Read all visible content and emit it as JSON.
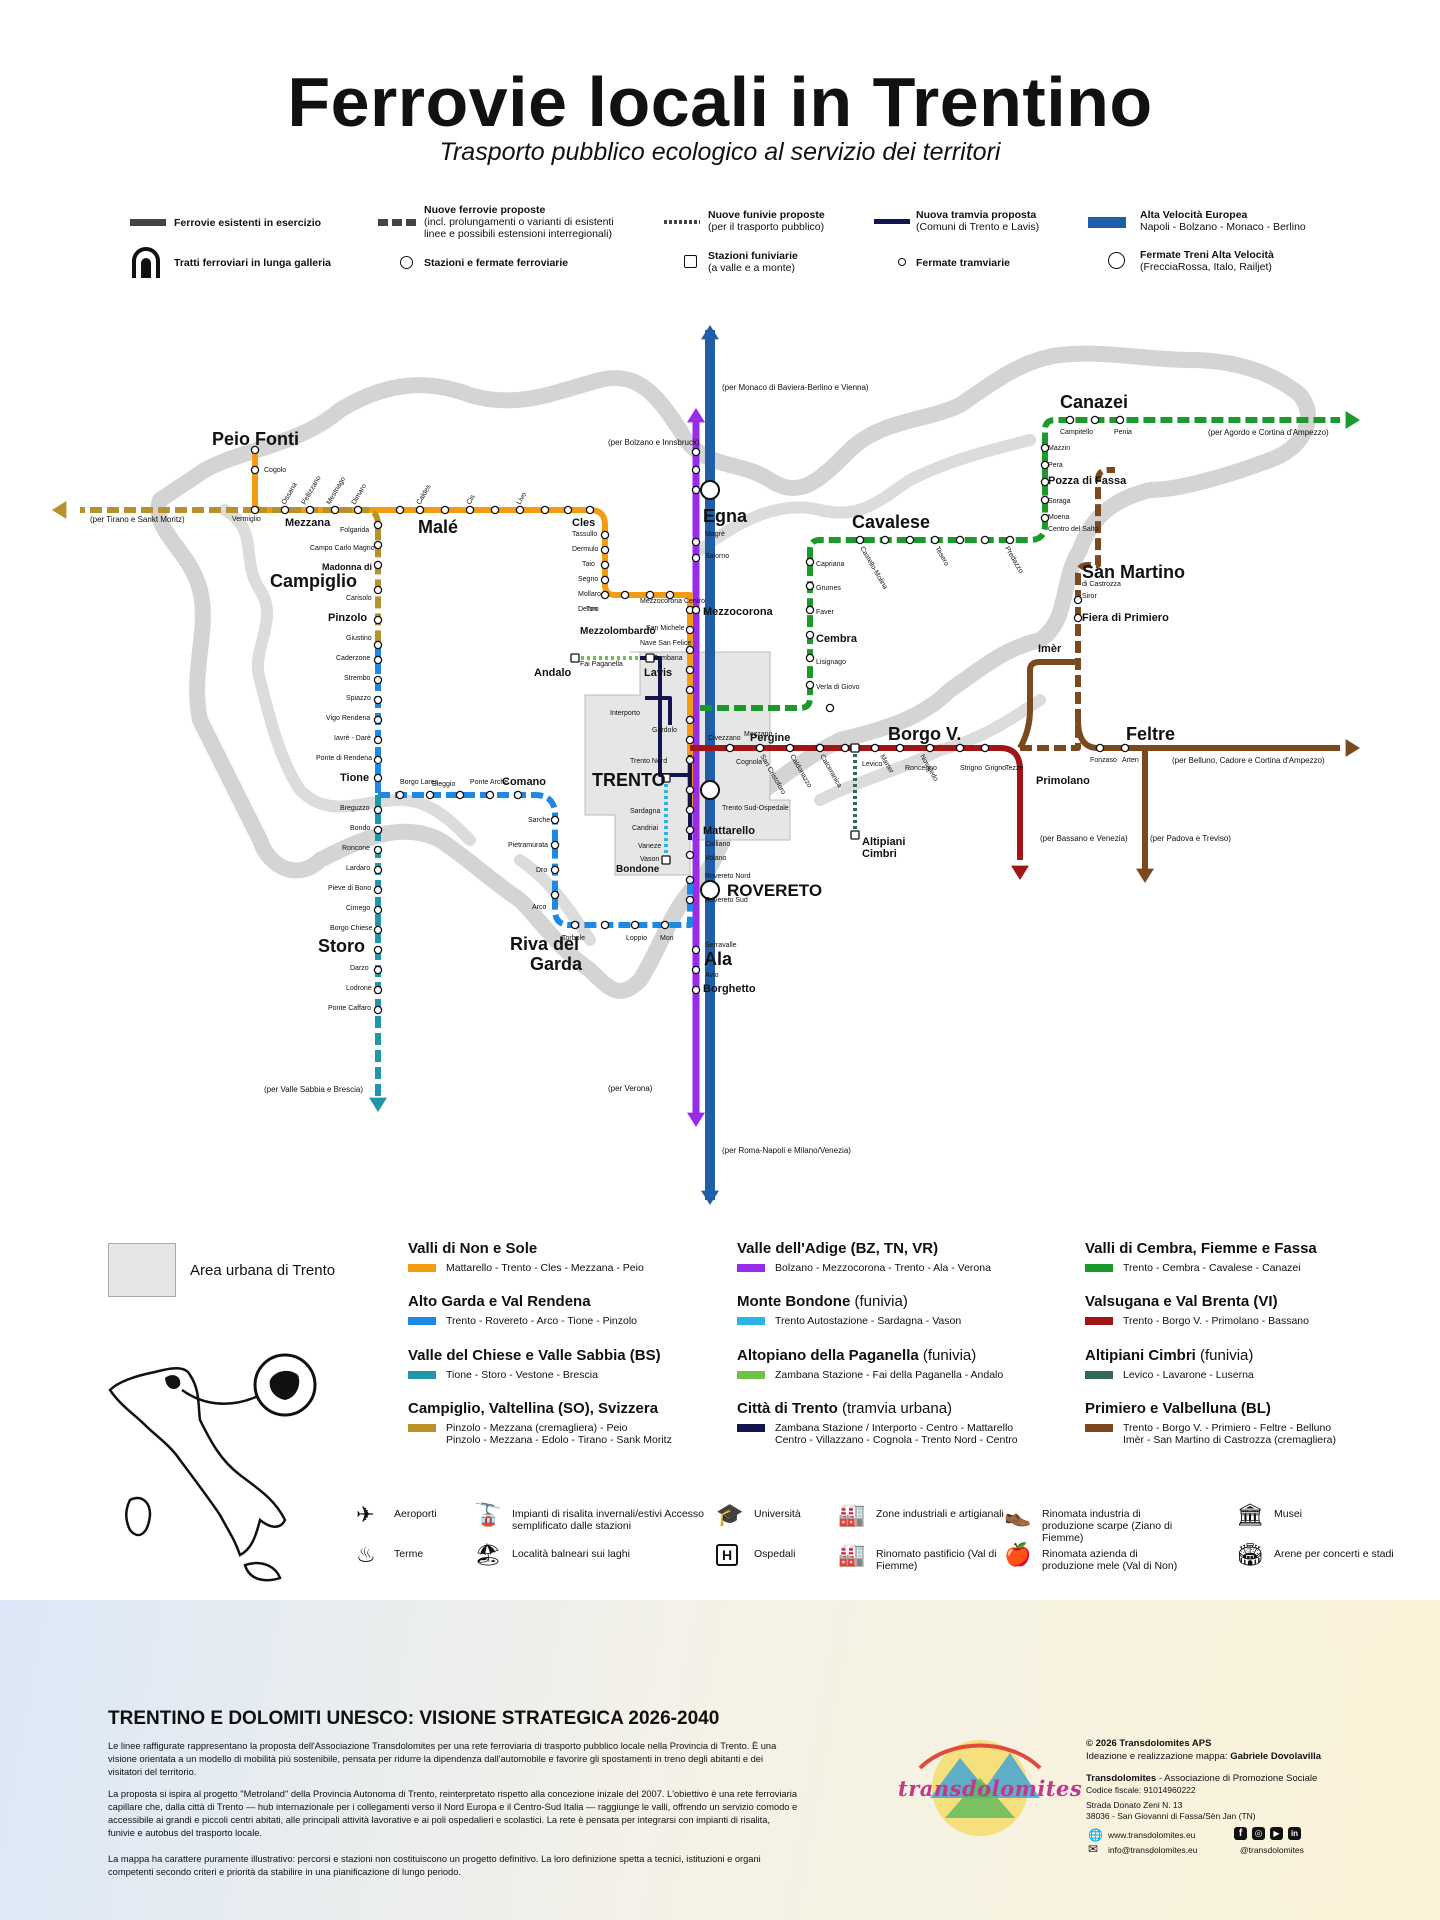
{
  "header": {
    "title": "Ferrovie locali in Trentino",
    "subtitle": "Trasporto pubblico ecologico al servizio dei territori"
  },
  "legend": {
    "existing": "Ferrovie esistenti in esercizio",
    "proposed_title": "Nuove ferrovie proposte",
    "proposed_sub": "(incl. prolungamenti o varianti di esistenti linee e possibili estensioni interregionali)",
    "funivie_title": "Nuove funivie proposte",
    "funivie_sub": "(per il trasporto pubblico)",
    "tram_title": "Nuova tramvia proposta",
    "tram_sub": "(Comuni di Trento e Lavis)",
    "av_title": "Alta Velocità Europea",
    "av_sub": "Napoli - Bolzano - Monaco - Berlino",
    "tunnel": "Tratti ferroviari in lunga galleria",
    "stations": "Stazioni e fermate ferroviarie",
    "funi_st_title": "Stazioni funiviarie",
    "funi_st_sub": "(a valle e a monte)",
    "tram_stops": "Fermate tramviarie",
    "av_stops_title": "Fermate Treni Alta Velocità",
    "av_stops_sub": "(FrecciaRossa, Italo, Railjet)"
  },
  "map": {
    "towns_big": [
      {
        "id": "peio",
        "label": "Peio Fonti"
      },
      {
        "id": "male",
        "label": "Malé"
      },
      {
        "id": "campiglio",
        "label": "Campiglio"
      },
      {
        "id": "egna",
        "label": "Egna"
      },
      {
        "id": "cavalese",
        "label": "Cavalese"
      },
      {
        "id": "canazei",
        "label": "Canazei"
      },
      {
        "id": "sanmartino",
        "label": "San Martino"
      },
      {
        "id": "trento",
        "label": "TRENTO"
      },
      {
        "id": "borgo",
        "label": "Borgo V."
      },
      {
        "id": "feltre",
        "label": "Feltre"
      },
      {
        "id": "rovereto",
        "label": "ROVERETO"
      },
      {
        "id": "storo",
        "label": "Storo"
      },
      {
        "id": "riva1",
        "label": "Riva del"
      },
      {
        "id": "riva2",
        "label": "Garda"
      },
      {
        "id": "ala",
        "label": "Ala"
      }
    ],
    "towns_med": [
      {
        "id": "mezzana",
        "label": "Mezzana"
      },
      {
        "id": "cles",
        "label": "Cles"
      },
      {
        "id": "pinzolo",
        "label": "Pinzolo"
      },
      {
        "id": "tione",
        "label": "Tione"
      },
      {
        "id": "comano",
        "label": "Comano"
      },
      {
        "id": "mezzocorona",
        "label": "Mezzocorona"
      },
      {
        "id": "mezzolombardo",
        "label": "Mezzolombardo"
      },
      {
        "id": "lavis",
        "label": "Lavis"
      },
      {
        "id": "andalo",
        "label": "Andalo"
      },
      {
        "id": "cembra",
        "label": "Cembra"
      },
      {
        "id": "pozza",
        "label": "Pozza di Fassa"
      },
      {
        "id": "fiera",
        "label": "Fiera di Primiero"
      },
      {
        "id": "imer",
        "label": "Imèr"
      },
      {
        "id": "pergine",
        "label": "Pergine"
      },
      {
        "id": "primolano",
        "label": "Primolano"
      },
      {
        "id": "mattarello",
        "label": "Mattarello"
      },
      {
        "id": "bondone",
        "label": "Bondone"
      },
      {
        "id": "borghetto",
        "label": "Borghetto"
      },
      {
        "id": "altipiani1",
        "label": "Altipiani"
      },
      {
        "id": "altipiani2",
        "label": "Cimbri"
      },
      {
        "id": "madonna",
        "label": "Madonna di"
      }
    ],
    "stops_small": [
      {
        "id": "s1",
        "label": "Cogolo"
      },
      {
        "id": "s2",
        "label": "Vermiglio"
      },
      {
        "id": "s3",
        "label": "Folgarida"
      },
      {
        "id": "s4",
        "label": "Campo Carlo Magno"
      },
      {
        "id": "s5",
        "label": "Carisolo"
      },
      {
        "id": "s6",
        "label": "Giustino"
      },
      {
        "id": "s7",
        "label": "Caderzone"
      },
      {
        "id": "s8",
        "label": "Strembo"
      },
      {
        "id": "s9",
        "label": "Spiazzo"
      },
      {
        "id": "s10",
        "label": "Vigo Rendena"
      },
      {
        "id": "s11",
        "label": "Iavrè - Darè"
      },
      {
        "id": "s12",
        "label": "Ponte di Rendena"
      },
      {
        "id": "s13",
        "label": "Breguzzo"
      },
      {
        "id": "s14",
        "label": "Bondo"
      },
      {
        "id": "s15",
        "label": "Roncone"
      },
      {
        "id": "s16",
        "label": "Lardaro"
      },
      {
        "id": "s17",
        "label": "Pieve di Bono"
      },
      {
        "id": "s18",
        "label": "Cimego"
      },
      {
        "id": "s19",
        "label": "Borgo Chiese"
      },
      {
        "id": "s20",
        "label": "Darzo"
      },
      {
        "id": "s21",
        "label": "Lodrone"
      },
      {
        "id": "s22",
        "label": "Ponte Caffaro"
      },
      {
        "id": "s23",
        "label": "Tassullo"
      },
      {
        "id": "s24",
        "label": "Dermulo"
      },
      {
        "id": "s25",
        "label": "Taio"
      },
      {
        "id": "s26",
        "label": "Segno"
      },
      {
        "id": "s27",
        "label": "Mollaro"
      },
      {
        "id": "s28",
        "label": "Denno"
      },
      {
        "id": "s29",
        "label": "Ton"
      },
      {
        "id": "s30",
        "label": "Mezzocorona Centro"
      },
      {
        "id": "s31",
        "label": "San Michele"
      },
      {
        "id": "s32",
        "label": "Nave San Felice"
      },
      {
        "id": "s33",
        "label": "Zambana"
      },
      {
        "id": "s34",
        "label": "Fai Paganella"
      },
      {
        "id": "s35",
        "label": "Interporto"
      },
      {
        "id": "s36",
        "label": "Gardolo"
      },
      {
        "id": "s37",
        "label": "Trento Nord"
      },
      {
        "id": "s38",
        "label": "Sardagna"
      },
      {
        "id": "s39",
        "label": "Candriai"
      },
      {
        "id": "s40",
        "label": "Vaneze"
      },
      {
        "id": "s41",
        "label": "Vason"
      },
      {
        "id": "s42",
        "label": "Borgo Lares"
      },
      {
        "id": "s43",
        "label": "Bleggio"
      },
      {
        "id": "s44",
        "label": "Ponte Arche"
      },
      {
        "id": "s45",
        "label": "Sarche"
      },
      {
        "id": "s46",
        "label": "Pietramurata"
      },
      {
        "id": "s47",
        "label": "Dro"
      },
      {
        "id": "s48",
        "label": "Arco"
      },
      {
        "id": "s49",
        "label": "Torbole"
      },
      {
        "id": "s50",
        "label": "Loppio"
      },
      {
        "id": "s51",
        "label": "Mori"
      },
      {
        "id": "s52",
        "label": "Calliano"
      },
      {
        "id": "s53",
        "label": "Volano"
      },
      {
        "id": "s54",
        "label": "Rovereto Nord"
      },
      {
        "id": "s55",
        "label": "Rovereto Sud"
      },
      {
        "id": "s56",
        "label": "Serravalle"
      },
      {
        "id": "s57",
        "label": "Avio"
      },
      {
        "id": "s58",
        "label": "Magrè"
      },
      {
        "id": "s59",
        "label": "Salorno"
      },
      {
        "id": "s60",
        "label": "Capriana"
      },
      {
        "id": "s61",
        "label": "Grumes"
      },
      {
        "id": "s62",
        "label": "Faver"
      },
      {
        "id": "s63",
        "label": "Lisignago"
      },
      {
        "id": "s64",
        "label": "Verla di Giovo"
      },
      {
        "id": "s65",
        "label": "Mazzin"
      },
      {
        "id": "s66",
        "label": "Pera"
      },
      {
        "id": "s67",
        "label": "Soraga"
      },
      {
        "id": "s68",
        "label": "Moena"
      },
      {
        "id": "s69",
        "label": "Centro del Salto"
      },
      {
        "id": "s70",
        "label": "Campitello"
      },
      {
        "id": "s71",
        "label": "Penia"
      },
      {
        "id": "s72",
        "label": "Siror"
      },
      {
        "id": "s73",
        "label": "di Castrozza"
      },
      {
        "id": "s74",
        "label": "Civezzano"
      },
      {
        "id": "s75",
        "label": "Fonzaso"
      },
      {
        "id": "s76",
        "label": "Arten"
      },
      {
        "id": "s77",
        "label": "Cognola"
      },
      {
        "id": "s78",
        "label": "Trento Sud-Ospedale"
      },
      {
        "id": "s79",
        "label": "Mezzano"
      },
      {
        "id": "s80",
        "label": "Levico"
      },
      {
        "id": "s81",
        "label": "Roncegno"
      },
      {
        "id": "s82",
        "label": "Strigno"
      },
      {
        "id": "s83",
        "label": "Grigno"
      },
      {
        "id": "s84",
        "label": "Tezze"
      }
    ],
    "stops_rot": [
      {
        "id": "r1",
        "label": "Ossana"
      },
      {
        "id": "r2",
        "label": "Pellizzano"
      },
      {
        "id": "r3",
        "label": "Mestriago"
      },
      {
        "id": "r4",
        "label": "Dimaro"
      },
      {
        "id": "r5",
        "label": "Caldes"
      },
      {
        "id": "r6",
        "label": "Cis"
      },
      {
        "id": "r7",
        "label": "Livo"
      },
      {
        "id": "r8",
        "label": "Castello-Molina"
      },
      {
        "id": "r9",
        "label": "Tesero"
      },
      {
        "id": "r10",
        "label": "Predazzo"
      },
      {
        "id": "r11",
        "label": "Marter"
      },
      {
        "id": "r12",
        "label": "Novaledo"
      },
      {
        "id": "r13",
        "label": "Caldonazzo"
      },
      {
        "id": "r14",
        "label": "Calceranica"
      },
      {
        "id": "r15",
        "label": "San Cristoforo"
      }
    ],
    "directions": [
      {
        "id": "d1",
        "label": "(per Monaco di Baviera-Berlino e Vienna)"
      },
      {
        "id": "d2",
        "label": "(per Bolzano e Innsbruck)"
      },
      {
        "id": "d3",
        "label": "(per Tirano e Sankt Moritz)"
      },
      {
        "id": "d4",
        "label": "(per Agordo e Cortina d'Ampezzo)"
      },
      {
        "id": "d5",
        "label": "(per Belluno, Cadore e Cortina d'Ampezzo)"
      },
      {
        "id": "d6",
        "label": "(per Bassano e Venezia)"
      },
      {
        "id": "d7",
        "label": "(per Padova e Treviso)"
      },
      {
        "id": "d8",
        "label": "(per Valle Sabbia e Brescia)"
      },
      {
        "id": "d9",
        "label": "(per Verona)"
      },
      {
        "id": "d10",
        "label": "(per Roma-Napoli e Milano/Venezia)"
      }
    ]
  },
  "area_label": "Area urbana di Trento",
  "lines_legend": [
    {
      "title": "Valli di Non e Sole",
      "paren": "",
      "color": "#f39c12",
      "desc": "Mattarello - Trento - Cles - Mezzana - Peio"
    },
    {
      "title": "Alto Garda e Val Rendena",
      "paren": "",
      "color": "#1e88e5",
      "desc": "Trento - Rovereto - Arco - Tione - Pinzolo"
    },
    {
      "title": "Valle del Chiese e Valle Sabbia (BS)",
      "paren": "",
      "color": "#2196a8",
      "desc": "Tione - Storo - Vestone - Brescia"
    },
    {
      "title": "Campiglio, Valtellina (SO), Svizzera",
      "paren": "",
      "color": "#b8912a",
      "desc": "Pinzolo - Mezzana (cremagliera) - Peio",
      "desc2": "Pinzolo - Mezzana - Edolo - Tirano - Sank Moritz"
    },
    {
      "title": "Valle dell'Adige (BZ, TN, VR)",
      "paren": "",
      "color": "#9b2bea",
      "desc": "Bolzano - Mezzocorona - Trento - Ala - Verona"
    },
    {
      "title": "Monte Bondone",
      "paren": "(funivia)",
      "color": "#29b6e6",
      "desc": "Trento Autostazione - Sardagna - Vason"
    },
    {
      "title": "Altopiano della Paganella",
      "paren": "(funivia)",
      "color": "#6cc24a",
      "desc": "Zambana Stazione - Fai della Paganella - Andalo"
    },
    {
      "title": "Città di Trento",
      "paren": "(tramvia urbana)",
      "color": "#141450",
      "desc": "Zambana Stazione / Interporto - Centro - Mattarello",
      "desc2": "Centro - Villazzano - Cognola - Trento Nord - Centro"
    },
    {
      "title": "Valli di Cembra, Fiemme e Fassa",
      "paren": "",
      "color": "#1a9a2a",
      "desc": "Trento - Cembra - Cavalese - Canazei"
    },
    {
      "title": "Valsugana e Val Brenta (VI)",
      "paren": "",
      "color": "#a01515",
      "desc": "Trento - Borgo V. - Primolano - Bassano"
    },
    {
      "title": "Altipiani Cimbri",
      "paren": "(funivia)",
      "color": "#2e6a55",
      "desc": "Levico - Lavarone - Luserna"
    },
    {
      "title": "Primiero e Valbelluna (BL)",
      "paren": "",
      "color": "#7a4a1e",
      "desc": "Trento - Borgo V. - Primiero - Feltre - Belluno",
      "desc2": "Imèr - San Martino di Castrozza (cremagliera)"
    }
  ],
  "services": [
    {
      "icon": "airplane-icon",
      "glyph": "✈",
      "label": "Aeroporti"
    },
    {
      "icon": "cablecar-icon",
      "glyph": "🚡",
      "label": "Impianti di risalita invernali/estivi Accesso semplificato dalle stazioni"
    },
    {
      "icon": "graduation-icon",
      "glyph": "🎓",
      "label": "Università"
    },
    {
      "icon": "factory-icon",
      "glyph": "🏭",
      "label": "Zone industriali e artigianali"
    },
    {
      "icon": "shoe-icon",
      "glyph": "👞",
      "label": "Rinomata industria di produzione scarpe (Ziano di Fiemme)"
    },
    {
      "icon": "museum-icon",
      "glyph": "🏛",
      "label": "Musei"
    },
    {
      "icon": "spa-icon",
      "glyph": "♨",
      "label": "Terme"
    },
    {
      "icon": "beach-icon",
      "glyph": "🏖",
      "label": "Località balneari sui laghi"
    },
    {
      "icon": "hospital-icon",
      "glyph": "H",
      "label": "Ospedali"
    },
    {
      "icon": "pasta-factory-icon",
      "glyph": "🏭",
      "label": "Rinomato pastificio (Val di Fiemme)"
    },
    {
      "icon": "apple-factory-icon",
      "glyph": "🍎",
      "label": "Rinomata azienda di produzione mele (Val di Non)"
    },
    {
      "icon": "stadium-icon",
      "glyph": "🏟",
      "label": "Arene per concerti e stadi"
    }
  ],
  "vision": {
    "title": "TRENTINO E DOLOMITI UNESCO: VISIONE STRATEGICA 2026-2040",
    "p1": "Le linee raffigurate rappresentano la proposta dell'Associazione Transdolomites per una rete ferroviaria di trasporto pubblico locale nella Provincia di Trento. È una visione orientata a un modello di mobilità più sostenibile, pensata per ridurre la dipendenza dall'automobile e favorire gli spostamenti in treno degli abitanti e dei visitatori del territorio.",
    "p2": "La proposta si ispira al progetto \"Metroland\" della Provincia Autonoma di Trento, reinterpretato rispetto alla concezione inizale del 2007. L'obiettivo è una rete ferroviaria capillare che, dalla città di Trento — hub internazionale per i collegamenti verso il Nord Europa e il Centro-Sud Italia — raggiunge le valli, offrendo un servizio comodo e accessibile ai grandi e piccoli centri abitati, alle principali attività lavorative e ai poli ospedalieri e scolastici. La rete è pensata per integrarsi con impianti di risalita, funivie e autobus del trasporto locale.",
    "p3": "La mappa ha carattere puramente illustrativo: percorsi e stazioni non costituiscono un progetto definitivo. La loro definizione spetta a tecnici, istituzioni e organi competenti secondo criteri e priorità da stabilire in una pianificazione di lungo periodo."
  },
  "logo": {
    "text": "transdolomites"
  },
  "credits": {
    "copyright": "© 2026 Transdolomites APS",
    "author_label": "Ideazione e realizzazione mappa:",
    "author": "Gabriele Dovolavilla",
    "org": "Transdolomites",
    "org_sub": "- Associazione di Promozione Sociale",
    "cf": "Codice fiscale: 91014960222",
    "addr1": "Strada Donato Zeni N. 13",
    "addr2": "38036 - San Giovanni di Fassa/Sèn Jan (TN)",
    "web": "www.transdolomites.eu",
    "email": "info@transdolomites.eu",
    "social": "@transdolomites"
  }
}
